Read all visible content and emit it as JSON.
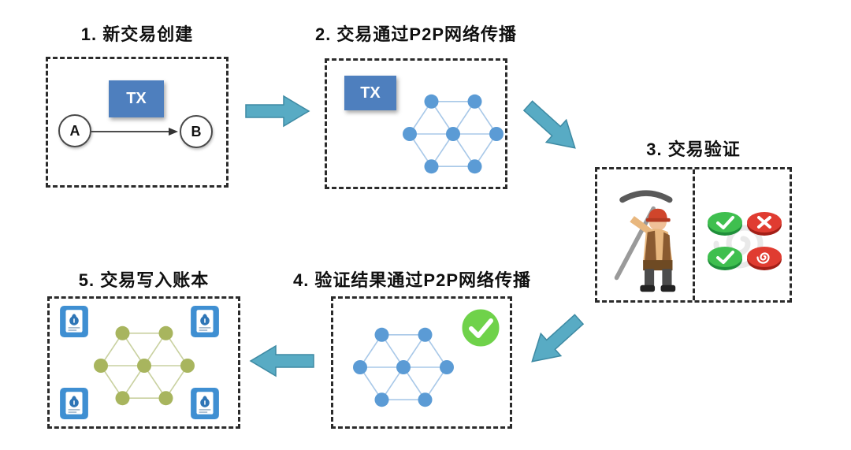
{
  "page": {
    "background": "#ffffff"
  },
  "steps": {
    "step1": {
      "title": "1. 新交易创建",
      "node_a": "A",
      "node_b": "B",
      "tx_label": "TX"
    },
    "step2": {
      "title": "2. 交易通过P2P网络传播",
      "tx_label": "TX"
    },
    "step3": {
      "title": "3. 交易验证"
    },
    "step4": {
      "title": "4. 验证结果通过P2P网络传播"
    },
    "step5": {
      "title": "5. 交易写入账本"
    }
  },
  "icons": {
    "valid_coin": "✓",
    "invalid_coin": "✕",
    "check_circle": "✓",
    "miner": "miner-with-pickaxe",
    "p2p_network": "hexagon-mesh-7-nodes",
    "ledger": "ledger-book-with-money-bag"
  },
  "colors": {
    "border": "#2b2b2b",
    "arrow": "#58abc4",
    "arrow_edge": "#3e8aa3",
    "tx_box": "#4e7fbe",
    "network_blue": "#5b9bd5",
    "network_blue_line": "#a8c8e8",
    "network_olive": "#a8b55e",
    "network_olive_line": "#c9d1a0",
    "check_green": "#6fd24a",
    "coin_green": "#3fbf4f",
    "coin_green_dark": "#1f8f3a",
    "coin_red": "#e03c31",
    "coin_red_dark": "#a31f17",
    "ledger_blue": "#3f8fd2"
  }
}
